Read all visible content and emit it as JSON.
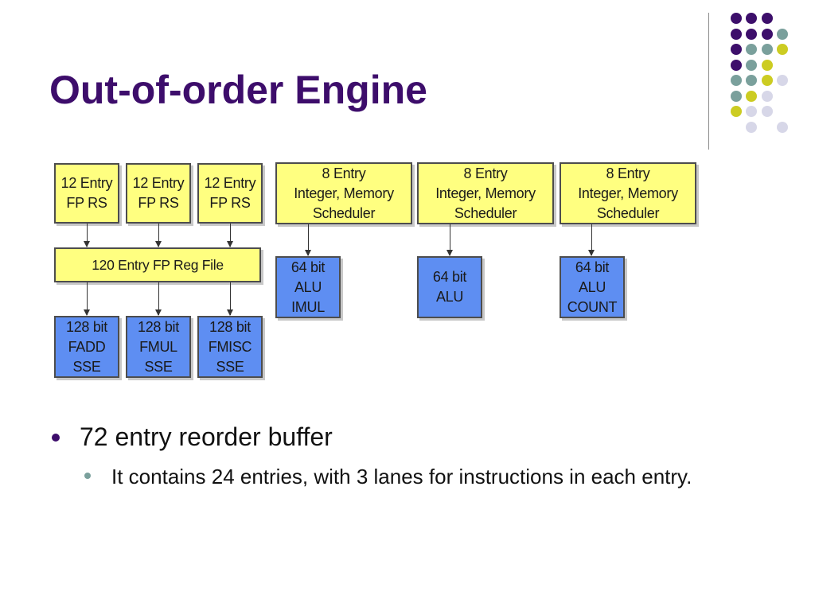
{
  "slide": {
    "title": "Out-of-order Engine",
    "title_color": "#3d0d6b",
    "accent_divider_color": "#8a8a8a"
  },
  "decor": {
    "dot_palette": {
      "purple": "#3d0f6b",
      "teal": "#7aa09c",
      "olive": "#cccc22",
      "lavender": "#d7d7e8"
    },
    "dot_grid": [
      [
        "",
        "purple",
        "purple",
        "purple",
        ""
      ],
      [
        "",
        "purple",
        "purple",
        "purple",
        "teal"
      ],
      [
        "",
        "purple",
        "teal",
        "teal",
        "olive"
      ],
      [
        "",
        "purple",
        "teal",
        "olive",
        ""
      ],
      [
        "",
        "teal",
        "teal",
        "olive",
        "lavender"
      ],
      [
        "",
        "teal",
        "olive",
        "lavender",
        ""
      ],
      [
        "",
        "olive",
        "lavender",
        "lavender",
        ""
      ],
      [
        "",
        "",
        "lavender",
        "",
        "lavender"
      ]
    ]
  },
  "diagram": {
    "colors": {
      "reservation": "#ffff80",
      "unit": "#5e8ef2",
      "border": "#4d4d4d"
    },
    "fp_rs": [
      {
        "line1": "12 Entry",
        "line2": "FP RS"
      },
      {
        "line1": "12 Entry",
        "line2": "FP RS"
      },
      {
        "line1": "12 Entry",
        "line2": "FP RS"
      }
    ],
    "fp_reg_file": "120 Entry FP Reg File",
    "fp_units": [
      {
        "line1": "128 bit",
        "line2": "FADD",
        "line3": "SSE"
      },
      {
        "line1": "128 bit",
        "line2": "FMUL",
        "line3": "SSE"
      },
      {
        "line1": "128 bit",
        "line2": "FMISC",
        "line3": "SSE"
      }
    ],
    "int_schedulers": [
      {
        "line1": "8 Entry",
        "line2": "Integer, Memory",
        "line3": "Scheduler"
      },
      {
        "line1": "8 Entry",
        "line2": "Integer, Memory",
        "line3": "Scheduler"
      },
      {
        "line1": "8 Entry",
        "line2": "Integer, Memory",
        "line3": "Scheduler"
      }
    ],
    "int_units": [
      {
        "line1": "64 bit",
        "line2": "ALU",
        "line3": "IMUL"
      },
      {
        "line1": "64 bit",
        "line2": "ALU"
      },
      {
        "line1": "64 bit",
        "line2": "ALU",
        "line3": "COUNT"
      }
    ]
  },
  "bullets": {
    "bullet_color_l1": "#3d0d6b",
    "bullet_color_l2": "#7aa09c",
    "level1": "72 entry reorder buffer",
    "level2": "It contains 24 entries, with 3 lanes for instructions in each entry."
  }
}
